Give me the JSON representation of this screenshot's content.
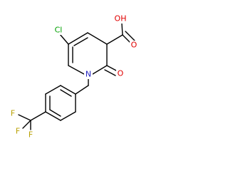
{
  "molecule": {
    "atoms": {
      "cl": {
        "label": "Cl",
        "color": "#00a000"
      },
      "oh": {
        "label": "OH",
        "color": "#e00000"
      },
      "o_acid": {
        "label": "O",
        "color": "#e00000"
      },
      "o_keto": {
        "label": "O",
        "color": "#e00000"
      },
      "n": {
        "label": "N",
        "color": "#2020c0"
      },
      "f1": {
        "label": "F",
        "color": "#b8a000"
      },
      "f2": {
        "label": "F",
        "color": "#b8a000"
      },
      "f3": {
        "label": "F",
        "color": "#b8a000"
      }
    },
    "bond_color": "#000000"
  }
}
